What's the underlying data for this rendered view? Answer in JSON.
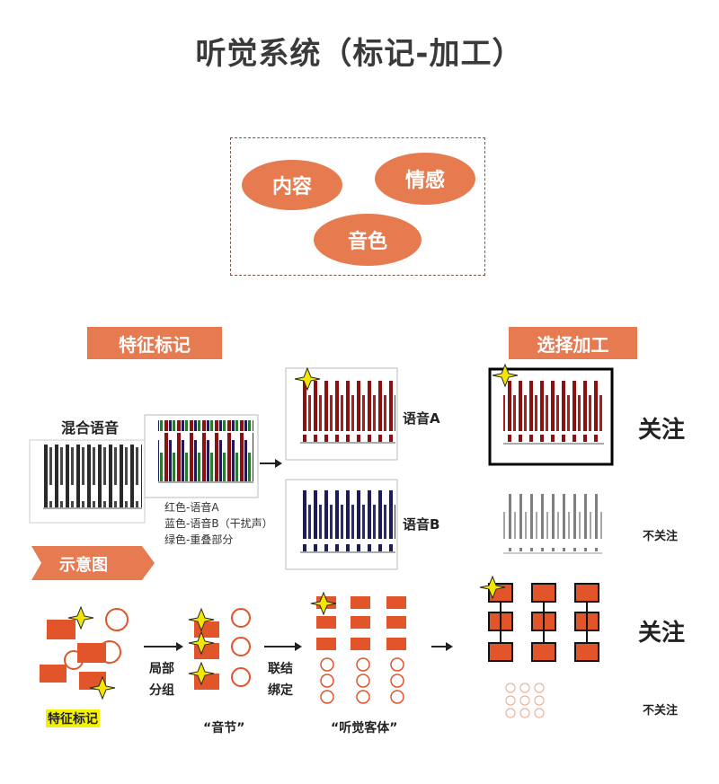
{
  "title": "听觉系统（标记-加工）",
  "concepts": [
    "内容",
    "情感",
    "音色"
  ],
  "sections": {
    "feature_marking": "特征标记",
    "selective_processing": "选择加工",
    "schematic": "示意图"
  },
  "spectrograms": {
    "mixed_label": "混合语音",
    "speech_a": "语音A",
    "speech_b": "语音B",
    "legend": [
      "红色-语音A",
      "蓝色-语音B（干扰声）",
      "绿色-重叠部分"
    ]
  },
  "attention": {
    "attend": "关注",
    "ignore": "不关注"
  },
  "schematic": {
    "marker_label": "特征标记",
    "step1": [
      "局部",
      "分组"
    ],
    "step2": [
      "联结",
      "绑定"
    ],
    "syllable": "“音节”",
    "auditory_object": "“听觉客体”"
  },
  "colors": {
    "accent": "#e67a51",
    "shape_fill": "#e2542a",
    "highlight": "#f5f200",
    "star": "#f2e600"
  }
}
